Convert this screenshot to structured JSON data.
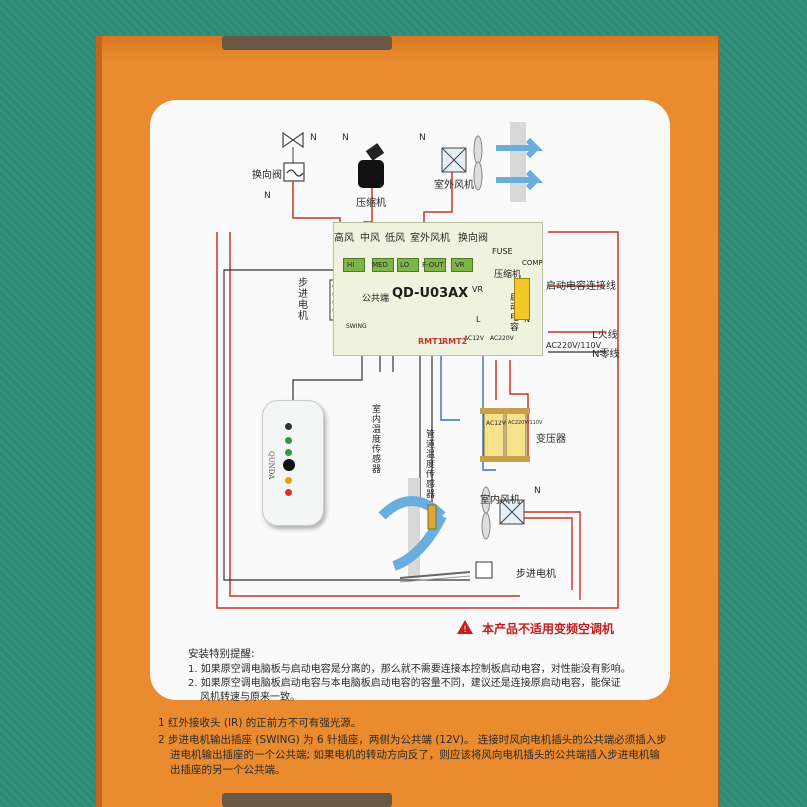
{
  "diagram": {
    "labels": {
      "reversing_valve": "换向阀",
      "compressor": "压缩机",
      "outdoor_fan": "室外风机",
      "indoor_fan": "室内风机",
      "stepper_motor_left": "步进电机",
      "stepper_motor_bottom": "步进电机",
      "indoor_temp_sensor": "室内温度传感器",
      "pipe_temp_sensor": "管道温度传感器",
      "transformer": "变压器",
      "cap_line": "启动电容连接线",
      "live": "L火线",
      "neutral": "N零线",
      "n1": "N",
      "n2": "N",
      "n3": "N",
      "n4": "N",
      "n5": "N"
    },
    "pcb": {
      "model": "QD-U03AX",
      "fuse": "FUSE",
      "comp": "COMP",
      "compressor": "压缩机",
      "common": "公共端",
      "swing": "SWING",
      "cap": "启动电容",
      "vr": "VR",
      "l": "L",
      "n": "N",
      "ac12": "AC12V",
      "ac220": "AC220V",
      "ac_in": "AC220V/110V",
      "rmt1": "RMT1",
      "rmt2": "RMT2",
      "top_labels": [
        "高风",
        "中风",
        "低风",
        "室外风机",
        "换向阀"
      ],
      "conn_labels": [
        "HI",
        "MED",
        "LO",
        "F-OUT",
        "VR"
      ]
    },
    "transformer_tags": [
      "AC12V",
      "AC220V/110V"
    ],
    "remote": {
      "brand": "QUNDA"
    }
  },
  "warning": "本产品不适用变频空调机",
  "tips": {
    "title": "安装特别提醒:",
    "lines": [
      "1. 如果原空调电脑板与启动电容是分离的，那么就不需要连接本控制板启动电容，对性能没有影响。",
      "2. 如果原空调电脑板启动电容与本电脑板启动电容的容量不同，建议还是连接原启动电容，能保证",
      "风机转速与原来一致。"
    ]
  },
  "notes": [
    "1  红外接收头 (IR) 的正前方不可有强光源。",
    "2  步进电机输出插座 (SWING) 为 6 针插座，两侧为公共端 (12V)。 连接时风向电机插头的公共端必须插入步",
    "进电机输出插座的一个公共端; 如果电机的转动方向反了，则应该将风向电机插头的公共端插入步进电机输",
    "出插座的另一个公共端。"
  ]
}
